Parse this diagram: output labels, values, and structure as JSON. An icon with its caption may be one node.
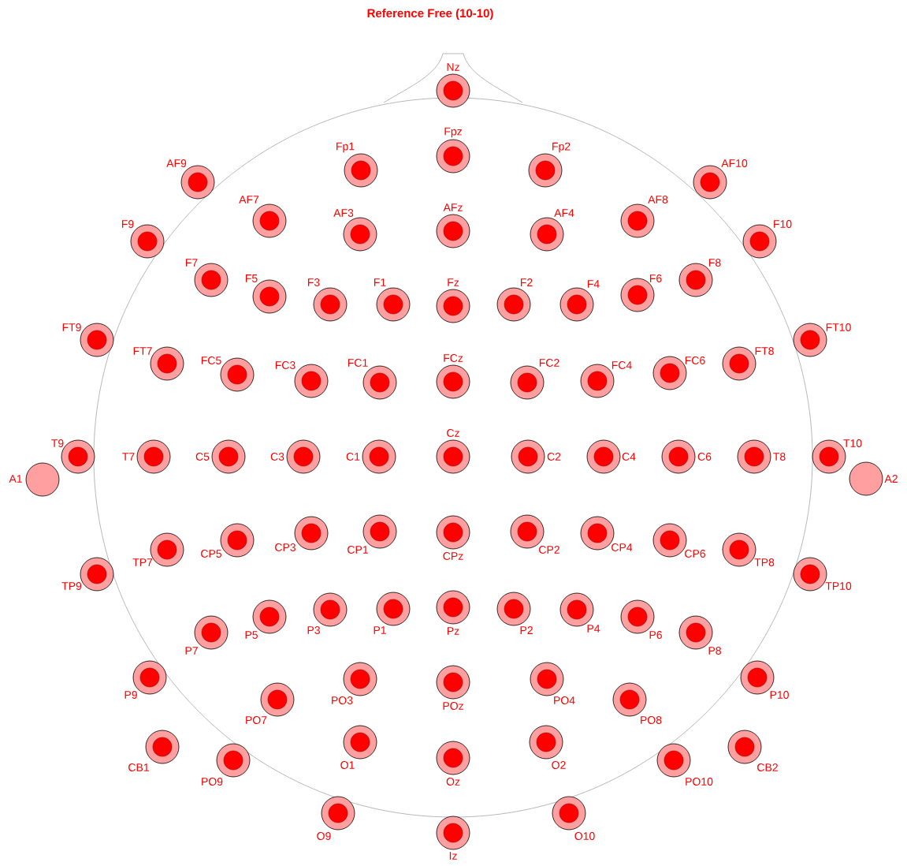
{
  "diagram": {
    "title": "Reference Free (10-10)",
    "nodes": [
      {
        "text": [
          "Nz"
        ]
      },
      {
        "text": [
          "Fpz"
        ]
      },
      {
        "text": [
          "Fp1"
        ]
      },
      {
        "text": [
          "Fp2"
        ]
      },
      {
        "text": [
          "AF9"
        ]
      },
      {
        "text": [
          "AF10"
        ]
      },
      {
        "text": [
          "AF7"
        ]
      },
      {
        "text": [
          "AF3"
        ]
      },
      {
        "text": [
          "AFz"
        ]
      },
      {
        "text": [
          "AF4"
        ]
      },
      {
        "text": [
          "AF8"
        ]
      },
      {
        "text": [
          "F9"
        ]
      },
      {
        "text": [
          "F10"
        ]
      },
      {
        "text": [
          "F7"
        ]
      },
      {
        "text": [
          "F5"
        ]
      },
      {
        "text": [
          "F3"
        ]
      },
      {
        "text": [
          "F1"
        ]
      },
      {
        "text": [
          "Fz"
        ]
      },
      {
        "text": [
          "F2"
        ]
      },
      {
        "text": [
          "F4"
        ]
      },
      {
        "text": [
          "F6"
        ]
      },
      {
        "text": [
          "F8"
        ]
      },
      {
        "text": [
          "FT9"
        ]
      },
      {
        "text": [
          "FT10"
        ]
      },
      {
        "text": [
          "FT7"
        ]
      },
      {
        "text": [
          "FC5"
        ]
      },
      {
        "text": [
          "FC3"
        ]
      },
      {
        "text": [
          "FC1"
        ]
      },
      {
        "text": [
          "FCz"
        ]
      },
      {
        "text": [
          "FC2"
        ]
      },
      {
        "text": [
          "FC4"
        ]
      },
      {
        "text": [
          "FC6"
        ]
      },
      {
        "text": [
          "FT8"
        ]
      },
      {
        "text": [
          "T9"
        ]
      },
      {
        "text": [
          "T7"
        ]
      },
      {
        "text": [
          "C5"
        ]
      },
      {
        "text": [
          "C3"
        ]
      },
      {
        "text": [
          "C1"
        ]
      },
      {
        "text": [
          "Cz"
        ]
      },
      {
        "text": [
          "C2"
        ]
      },
      {
        "text": [
          "C4"
        ]
      },
      {
        "text": [
          "C6"
        ]
      },
      {
        "text": [
          "T8"
        ]
      },
      {
        "text": [
          "T10"
        ]
      },
      {
        "text": [
          "A1"
        ]
      },
      {
        "text": [
          "A2"
        ]
      },
      {
        "text": [
          "TP9"
        ]
      },
      {
        "text": [
          "TP7"
        ]
      },
      {
        "text": [
          "CP5"
        ]
      },
      {
        "text": [
          "CP3"
        ]
      },
      {
        "text": [
          "CP1"
        ]
      },
      {
        "text": [
          "CPz"
        ]
      },
      {
        "text": [
          "CP2"
        ]
      },
      {
        "text": [
          "CP4"
        ]
      },
      {
        "text": [
          "CP6"
        ]
      },
      {
        "text": [
          "TP8"
        ]
      },
      {
        "text": [
          "TP10"
        ]
      },
      {
        "text": [
          "P7"
        ]
      },
      {
        "text": [
          "P5"
        ]
      },
      {
        "text": [
          "P3"
        ]
      },
      {
        "text": [
          "P1"
        ]
      },
      {
        "text": [
          "Pz"
        ]
      },
      {
        "text": [
          "P2"
        ]
      },
      {
        "text": [
          "P4"
        ]
      },
      {
        "text": [
          "P6"
        ]
      },
      {
        "text": [
          "P8"
        ]
      },
      {
        "text": [
          "P9"
        ]
      },
      {
        "text": [
          "P10"
        ]
      },
      {
        "text": [
          "PO7"
        ]
      },
      {
        "text": [
          "PO3"
        ]
      },
      {
        "text": [
          "POz"
        ]
      },
      {
        "text": [
          "PO4"
        ]
      },
      {
        "text": [
          "PO8"
        ]
      },
      {
        "text": [
          "CB1"
        ]
      },
      {
        "text": [
          "CB2"
        ]
      },
      {
        "text": [
          "PO9"
        ]
      },
      {
        "text": [
          "O1"
        ]
      },
      {
        "text": [
          "Oz"
        ]
      },
      {
        "text": [
          "O2"
        ]
      },
      {
        "text": [
          "PO10"
        ]
      },
      {
        "text": [
          "O9"
        ]
      },
      {
        "text": [
          "O10"
        ]
      },
      {
        "text": [
          "Iz"
        ]
      }
    ]
  }
}
